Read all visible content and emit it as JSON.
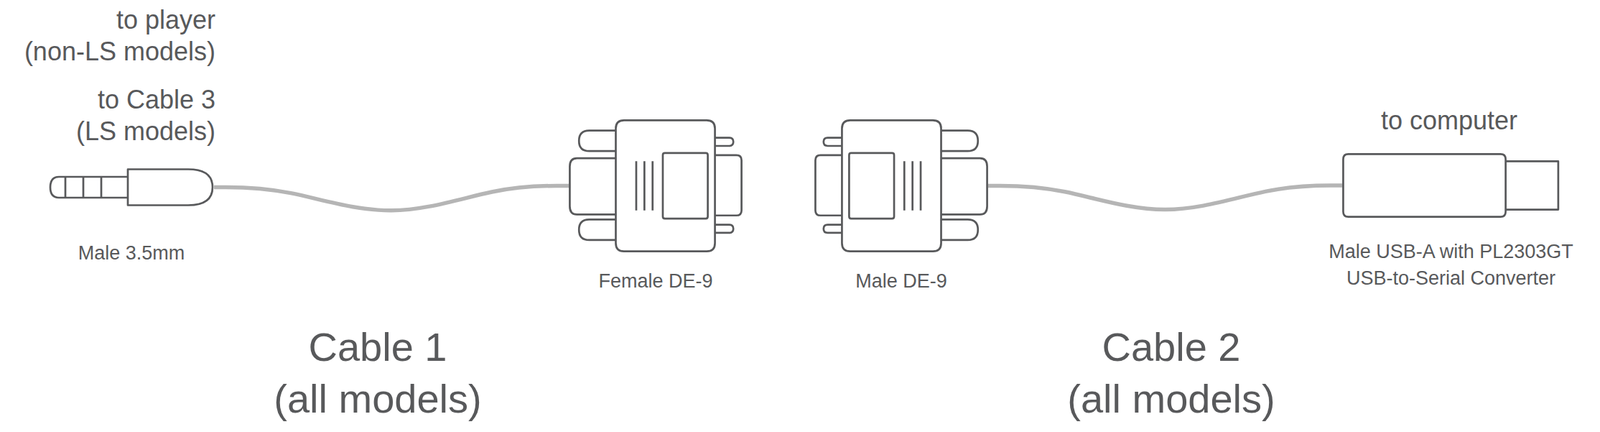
{
  "diagram": {
    "nodes": [
      {
        "text": [
          "Male 3.5mm"
        ]
      },
      {
        "text": [
          "Female DE-9"
        ]
      },
      {
        "text": [
          "Male DE-9"
        ]
      },
      {
        "text": [
          "Male USB-A with PL2303GT USB-to-Serial Converter"
        ]
      }
    ],
    "edges": [
      {
        "from": 0,
        "to": 1,
        "arrow": "none"
      },
      {
        "from": 2,
        "to": 3,
        "arrow": "none"
      }
    ],
    "labels": [
      "to player (non-LS models)",
      "to Cable 3 (LS models)",
      "to computer",
      "Cable 1 (all models)",
      "Cable 2 (all models)"
    ]
  }
}
